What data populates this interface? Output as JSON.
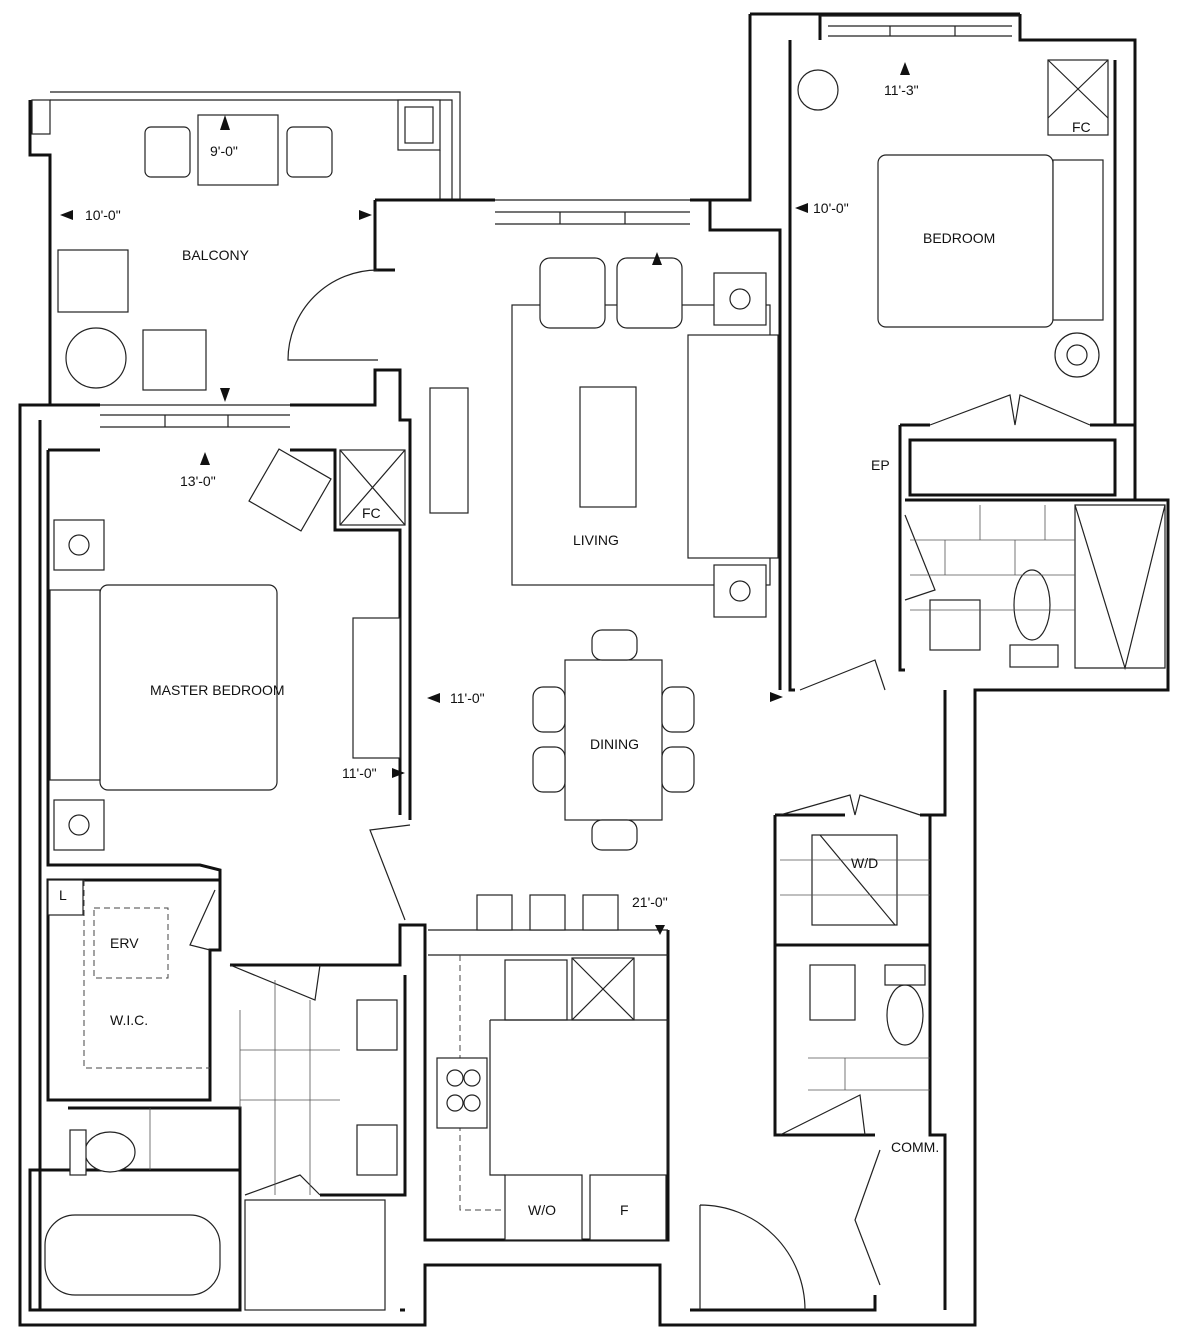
{
  "rooms": {
    "balcony": {
      "label": "BALCONY",
      "dim_width": "9'-0\"",
      "dim_depth": "10'-0\""
    },
    "living": {
      "label": "LIVING"
    },
    "dining": {
      "label": "DINING",
      "dim": "11'-0\""
    },
    "master_bedroom": {
      "label": "MASTER BEDROOM",
      "dim_width": "13'-0\"",
      "dim_depth": "11'-0\""
    },
    "master_closet": {
      "label": "FC"
    },
    "bedroom": {
      "label": "BEDROOM",
      "dim_width": "11'-3\"",
      "dim_depth": "10'-0\""
    },
    "bedroom_closet": {
      "label": "FC"
    },
    "ep": {
      "label": "EP"
    },
    "laundry": {
      "label": "W/D"
    },
    "comm": {
      "label": "COMM."
    },
    "kitchen": {
      "dim": "21'-0\"",
      "wall_oven": "W/O",
      "fridge": "F"
    },
    "wic": {
      "label": "W.I.C.",
      "erv": "ERV",
      "linen": "L"
    }
  }
}
